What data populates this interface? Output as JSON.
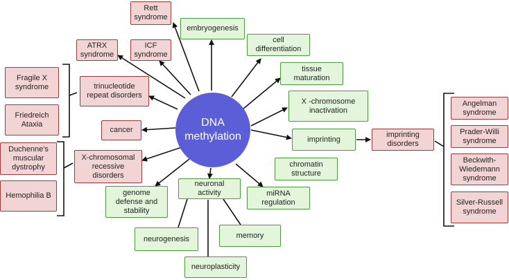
{
  "center": "DNA\nmethylation",
  "nodes": {
    "rett": "Rett\nsyndrome",
    "atrx": "ATRX\nsyndrome",
    "icf": "ICF\nsyndrome",
    "fragile_x": "Fragile X\nsyndrome",
    "friedreich": "Friedreich\nAtaxia",
    "trinucleotide": "trinucleotide\nrepeat disorders",
    "cancer": "cancer",
    "duchenne": "Duchenne's\nmuscular\ndystrophy",
    "x_recessive": "X-chromosomal\nrecessive\ndisorders",
    "hemophilia": "Hemophilia B",
    "genome": "genome\ndefense and\nstability",
    "neuronal": "neuronal\nactivity",
    "neurogenesis": "neurogenesis",
    "neuroplasticity": "neuroplasticity",
    "memory": "memory",
    "mirna": "miRNA\nregulation",
    "chromatin": "chromatin\nstructure",
    "embryogenesis": "embryogenesis",
    "cell_diff": "cell\ndifferentiation",
    "tissue": "tissue\nmaturation",
    "x_inactivation": "X -chromosome\ninactivation",
    "imprinting": "imprinting",
    "imprinting_disorders": "imprinting\ndisorders",
    "angelman": "Angelman\nsyndrome",
    "prader_willi": "Prader-Willi\nsyndrome",
    "beckwith": "Beckwith-\nWiedemann\nsyndrome",
    "silver_russell": "Silver-Russell\nsyndrome"
  },
  "colors": {
    "disease": "#f2d4d4",
    "process": "#e3f6dc",
    "center": "#5b5ed6"
  }
}
